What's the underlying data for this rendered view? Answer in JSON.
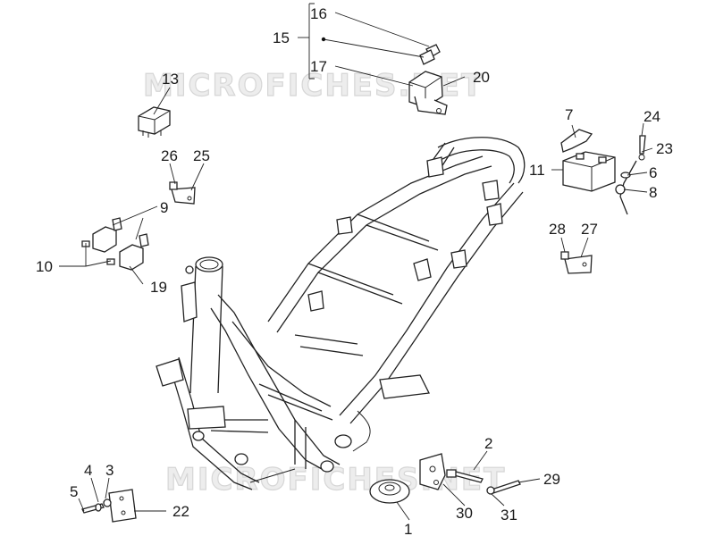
{
  "watermark": "MICROFICHES.NET",
  "callouts": {
    "c1": "1",
    "c2": "2",
    "c3": "3",
    "c4": "4",
    "c5": "5",
    "c6": "6",
    "c7": "7",
    "c8": "8",
    "c9": "9",
    "c10": "10",
    "c11": "11",
    "c13": "13",
    "c15": "15",
    "c16": "16",
    "c17": "17",
    "c19": "19",
    "c20": "20",
    "c22": "22",
    "c23": "23",
    "c24": "24",
    "c25": "25",
    "c26": "26",
    "c27": "27",
    "c28": "28",
    "c29": "29",
    "c30": "30",
    "c31": "31"
  }
}
